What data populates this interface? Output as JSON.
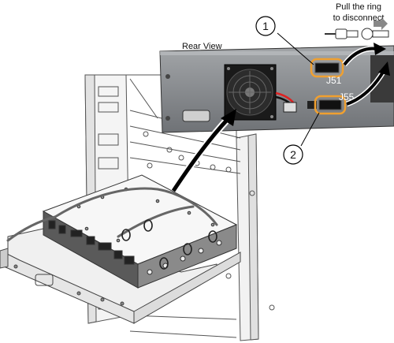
{
  "labels": {
    "rear_view": "Rear View",
    "pull_ring_line1": "Pull the ring",
    "pull_ring_line2": "to disconnect",
    "callout_1": "1",
    "callout_2": "2",
    "connector_j51": "J51",
    "connector_j55": "J55"
  },
  "colors": {
    "highlight": "#f0a030",
    "arrow": "#000000",
    "panel": "#8a8d90"
  },
  "icons": {
    "pull_arrow": "arrow-right-icon",
    "fan": "fan-icon"
  }
}
